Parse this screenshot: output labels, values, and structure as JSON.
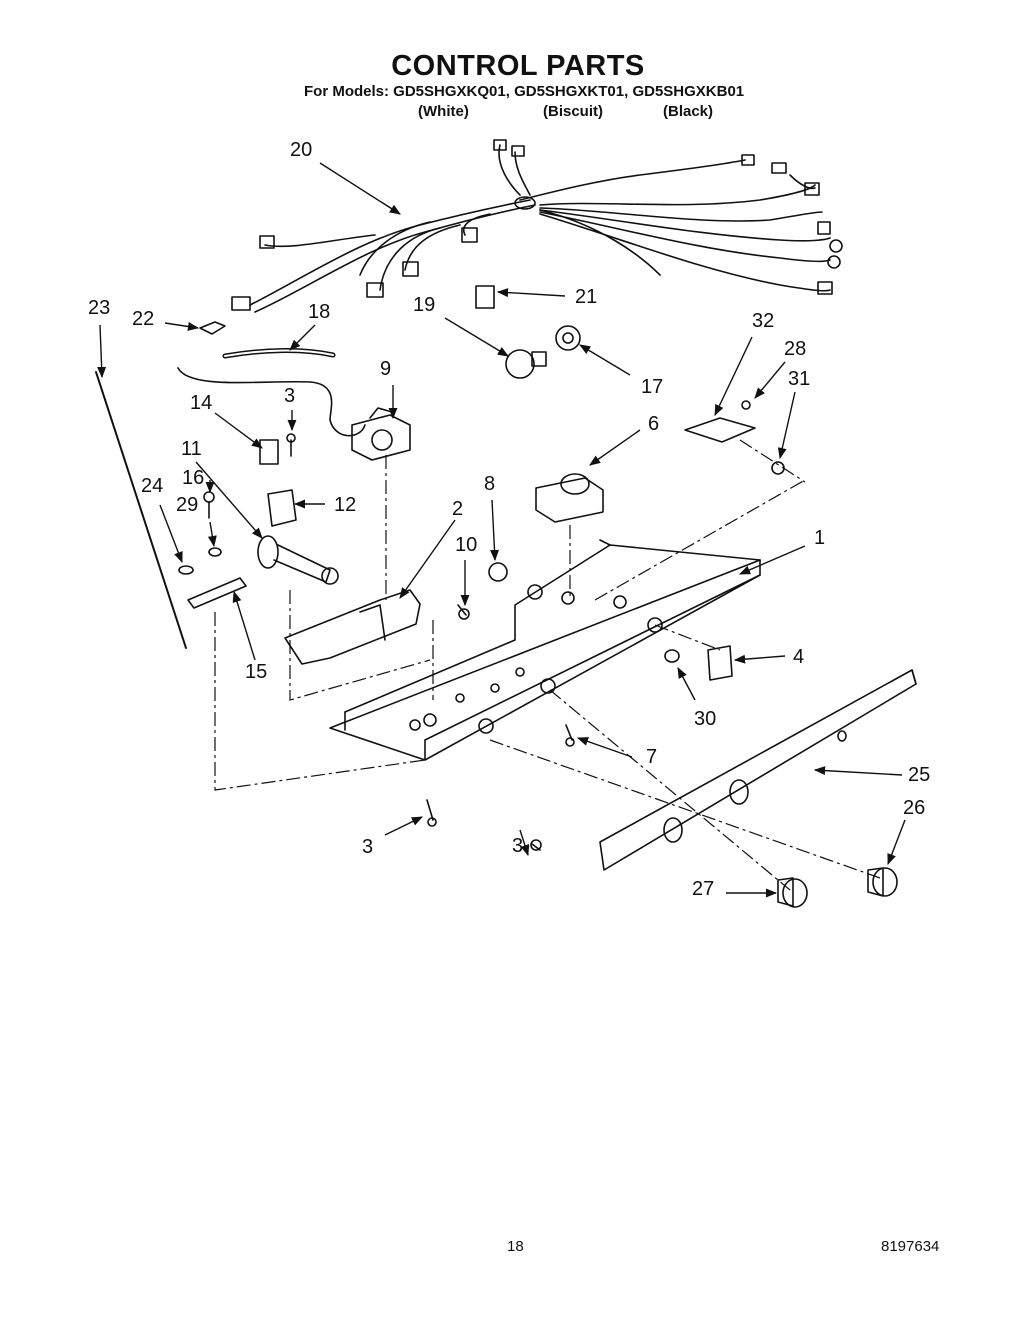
{
  "header": {
    "title": "CONTROL PARTS",
    "models_prefix": "For Models:",
    "models": [
      "GD5SHGXKQ01,",
      "GD5SHGXKT01,",
      "GD5SHGXKB01"
    ],
    "colors": [
      "(White)",
      "(Biscuit)",
      "(Black)"
    ]
  },
  "callouts": {
    "c1": "1",
    "c2": "2",
    "c3a": "3",
    "c3b": "3",
    "c3c": "3",
    "c4": "4",
    "c6": "6",
    "c7": "7",
    "c8": "8",
    "c9": "9",
    "c10": "10",
    "c11": "11",
    "c12": "12",
    "c14": "14",
    "c15": "15",
    "c16": "16",
    "c17": "17",
    "c18": "18",
    "c19": "19",
    "c20": "20",
    "c21": "21",
    "c22": "22",
    "c23": "23",
    "c24": "24",
    "c25": "25",
    "c26": "26",
    "c27": "27",
    "c28": "28",
    "c29": "29",
    "c30": "30",
    "c31": "31",
    "c32": "32"
  },
  "footer": {
    "page_number": "18",
    "doc_number": "8197634"
  }
}
